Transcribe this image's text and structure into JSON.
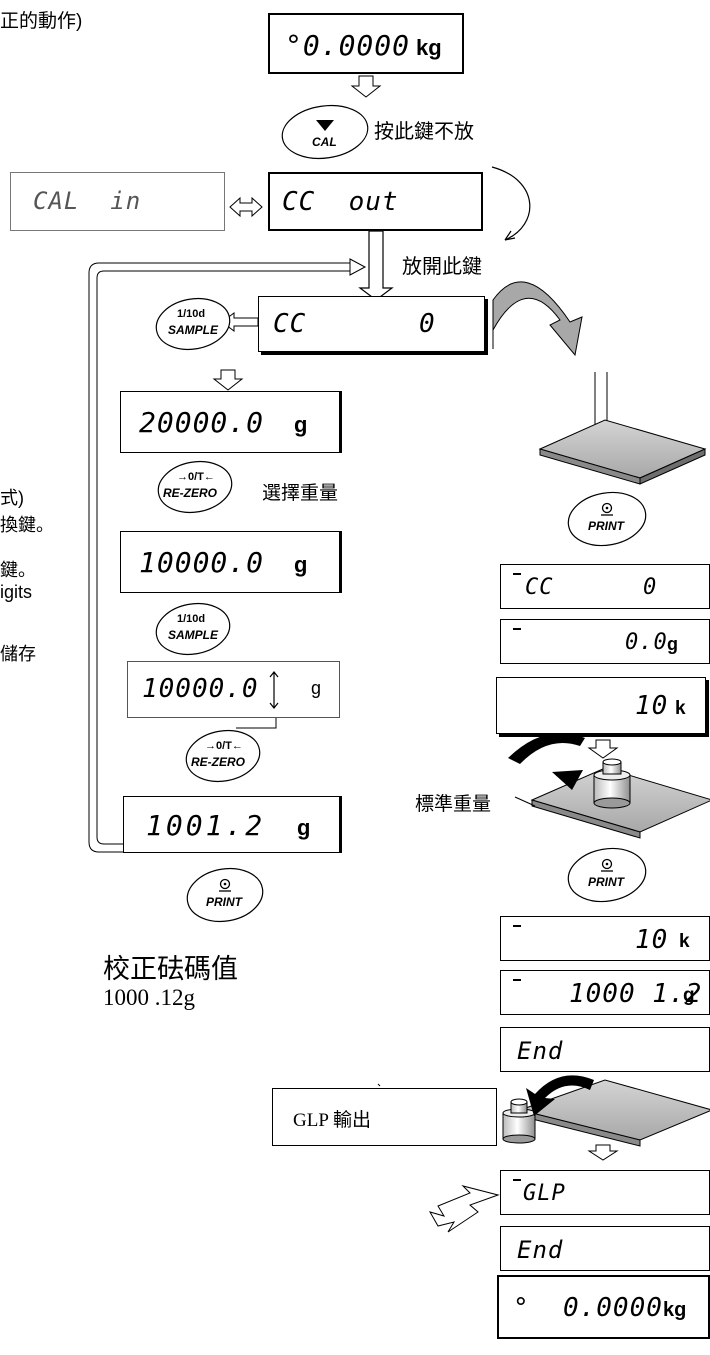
{
  "left_fragments": {
    "top": "正的動作)",
    "line1": "式)",
    "line2": "換鍵。",
    "line3": "鍵。",
    "line4": "igits",
    "line5": "儲存"
  },
  "displays": {
    "start": {
      "value": "°0.0000",
      "unit": "kg"
    },
    "cal_in": {
      "value": "CAL  in"
    },
    "cc_out": {
      "value": "CC  out"
    },
    "cc_0": {
      "value": "CC",
      "value2": "0"
    },
    "w20000": {
      "value": "20000.0",
      "unit": "g"
    },
    "w10000": {
      "value": "10000.0",
      "unit": "g"
    },
    "w10000_blink": {
      "value": "10000.0",
      "unit": "g"
    },
    "w1001": {
      "value": "1001.2",
      "unit": "g"
    },
    "r_cc0": {
      "value": "CC",
      "value2": "0"
    },
    "r_zero": {
      "value": "0.0",
      "unit": "g"
    },
    "r_10k_a": {
      "value": "10",
      "unit": "k"
    },
    "r_10k_b": {
      "value": "10",
      "unit": "k"
    },
    "r_10001": {
      "value": "1000 1.2",
      "unit": "g"
    },
    "r_end1": {
      "value": "End"
    },
    "r_glp": {
      "value": "GLP"
    },
    "r_end2": {
      "value": "End"
    },
    "final": {
      "value": "°  0.0000",
      "unit": "kg"
    }
  },
  "buttons": {
    "cal": {
      "label": "CAL"
    },
    "sample1": {
      "line1": "1/10d",
      "line2": "SAMPLE"
    },
    "rezero1": {
      "line1": "→0/T←",
      "line2": "RE-ZERO"
    },
    "sample2": {
      "line1": "1/10d",
      "line2": "SAMPLE"
    },
    "rezero2": {
      "line1": "→0/T←",
      "line2": "RE-ZERO"
    },
    "print_left": {
      "label": "PRINT"
    },
    "print_r1": {
      "label": "PRINT"
    },
    "print_r2": {
      "label": "PRINT"
    }
  },
  "notes": {
    "hold_key": "按此鍵不放",
    "release_key": "放開此鍵",
    "select_weight": "選擇重量",
    "standard_weight": "標準重量",
    "cal_value_title": "校正砝碼值",
    "cal_value": "1000 .12g",
    "glp_output": "GLP 輸出"
  }
}
